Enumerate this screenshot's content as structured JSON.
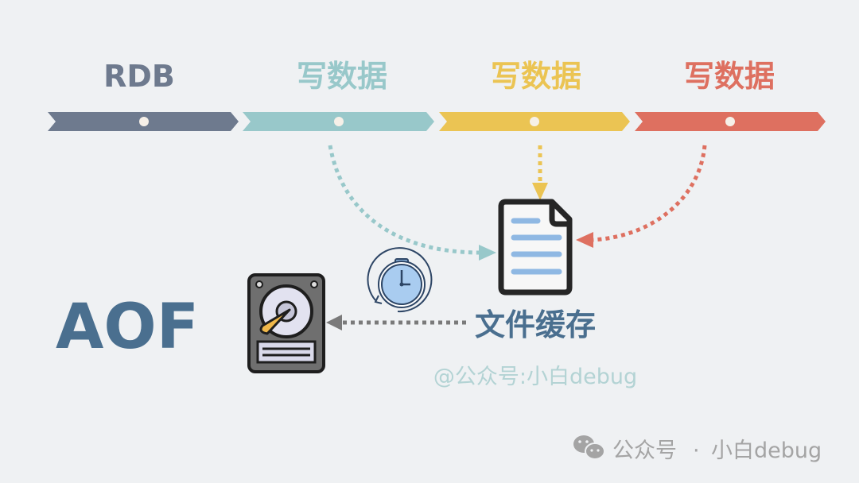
{
  "timeline": [
    {
      "label": "RDB",
      "color": "#6e7a8e",
      "text_color": "#6e7a8e"
    },
    {
      "label": "写数据",
      "color": "#98c8ca",
      "text_color": "#98c8ca"
    },
    {
      "label": "写数据",
      "color": "#ebc453",
      "text_color": "#ebc453"
    },
    {
      "label": "写数据",
      "color": "#de7060",
      "text_color": "#de7060"
    }
  ],
  "aof_label": "AOF",
  "aof_color": "#4a6f8f",
  "file_cache_label": "文件缓存",
  "watermark": "@公众号:小白debug",
  "footer": {
    "channel": "公众号",
    "separator": "·",
    "author": "小白debug"
  },
  "icons": {
    "disk": "hard-disk-icon",
    "timer": "stopwatch-icon",
    "file": "document-icon",
    "wechat": "wechat-icon"
  }
}
